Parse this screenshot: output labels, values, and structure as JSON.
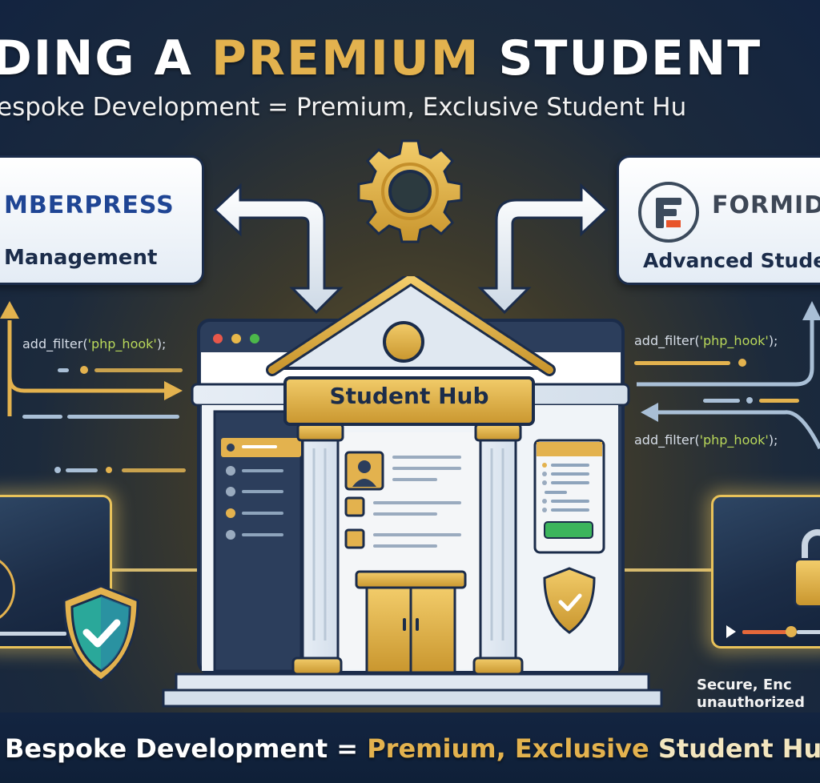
{
  "header": {
    "title_prefix": "DING A ",
    "title_highlight": "PREMIUM",
    "title_suffix": " STUDENT",
    "subtitle": "espoke Development = Premium, Exclusive Student Hu"
  },
  "left_card": {
    "title": "MBERPRESS",
    "subtitle": "Management"
  },
  "right_card": {
    "logo": "formidable-f-logo",
    "title": "FORMID",
    "subtitle": "Advanced Stude"
  },
  "center": {
    "gear_icon": "gear-icon",
    "building_label": "Student Hub",
    "window_dots": [
      "#e8574a",
      "#e8b84a",
      "#4cb84a"
    ],
    "dashboard_button_color": "#3cb55c"
  },
  "code_snippets": {
    "left": {
      "prefix": "add_filter(",
      "string": "'php_hook'",
      "suffix": ");"
    },
    "right_top": {
      "prefix": "add_filter(",
      "string": "'php_hook'",
      "suffix": ");"
    },
    "right_bottom": {
      "prefix": "add_filter(",
      "string": "'php_hook'",
      "suffix": ");"
    }
  },
  "caption": {
    "line1": "Secure, Enc",
    "line2": "unauthorized"
  },
  "footer": {
    "part1": "Bespoke Development = ",
    "part2": "Premium, Exclusive",
    "part3": " Student Hub"
  },
  "colors": {
    "gold": "#e3b24e",
    "navy": "#132440",
    "code_string": "#b9d85a",
    "shield_teal": "#2aa89a"
  }
}
